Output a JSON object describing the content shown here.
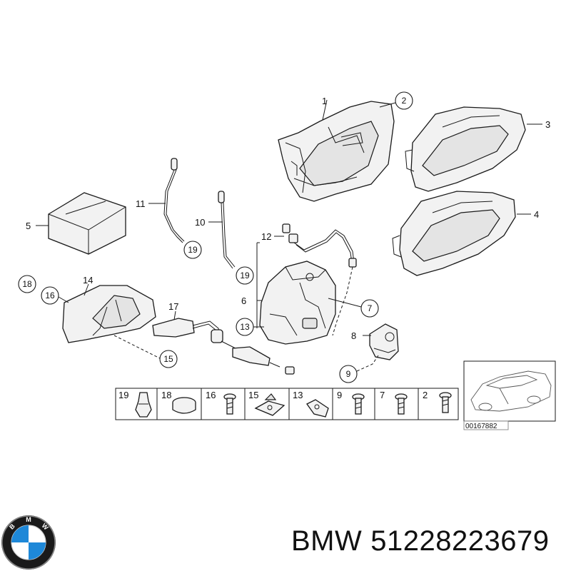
{
  "callouts": {
    "c1": "1",
    "c2": "2",
    "c3": "3",
    "c4": "4",
    "c5": "5",
    "c6": "6",
    "c7": "7",
    "c8": "8",
    "c9": "9",
    "c10": "10",
    "c11": "11",
    "c12": "12",
    "c13": "13",
    "c14": "14",
    "c15": "15",
    "c16": "16",
    "c17": "17",
    "c18": "18",
    "c19a": "19",
    "c19b": "19"
  },
  "strip": [
    "19",
    "18",
    "16",
    "15",
    "13",
    "9",
    "7",
    "2"
  ],
  "diagram_code": "00167882",
  "footer": {
    "brand": "BMW",
    "part_number": "51228223679"
  },
  "logo_letters": [
    "B",
    "M",
    "W"
  ],
  "colors": {
    "logo_blue": "#1e88d8",
    "logo_ring": "#1a1a1a"
  },
  "icons": [
    "bmw-logo-icon",
    "car-thumbnail-icon"
  ]
}
